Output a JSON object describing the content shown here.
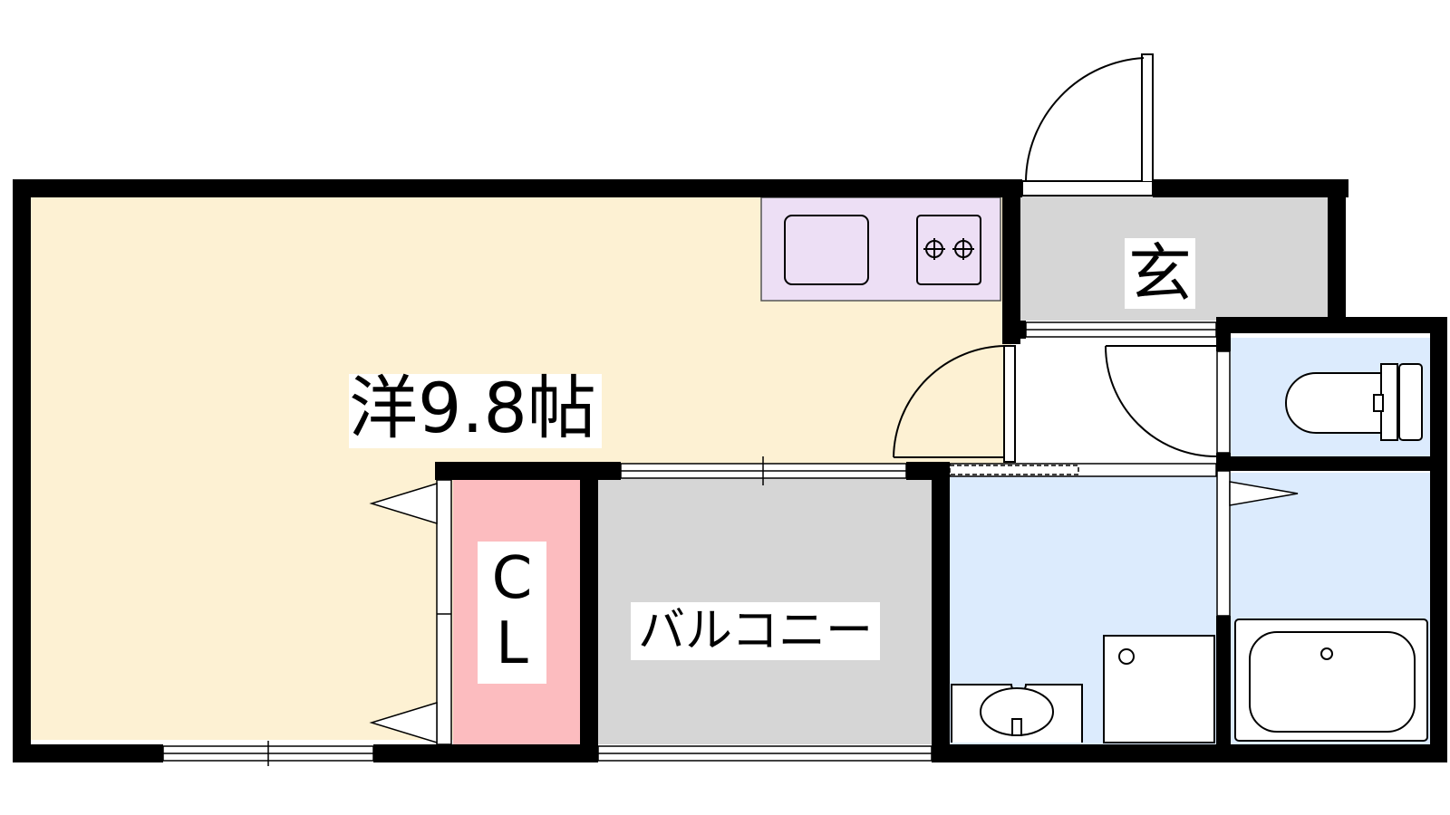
{
  "rooms": {
    "western_room": {
      "label": "洋9.8帖"
    },
    "entrance": {
      "label": "玄"
    },
    "closet": {
      "label": "C\nL"
    },
    "balcony": {
      "label": "バルコニー"
    }
  },
  "colors": {
    "room_floor": "#fdf1d3",
    "kitchen": "#eddff5",
    "entrance": "#d6d6d6",
    "closet": "#fcbcbf",
    "balcony": "#d6d6d6",
    "wet_area": "#dcebfd",
    "wall": "#000000"
  },
  "icons": {
    "kitchen": [
      "sink-icon",
      "stove-icon"
    ],
    "toilet": "toilet-icon",
    "bath": [
      "bathtub-icon",
      "washbasin-icon",
      "washing-machine-icon"
    ],
    "doors": [
      "door-swing-icon",
      "sliding-door-icon",
      "window-icon"
    ]
  }
}
